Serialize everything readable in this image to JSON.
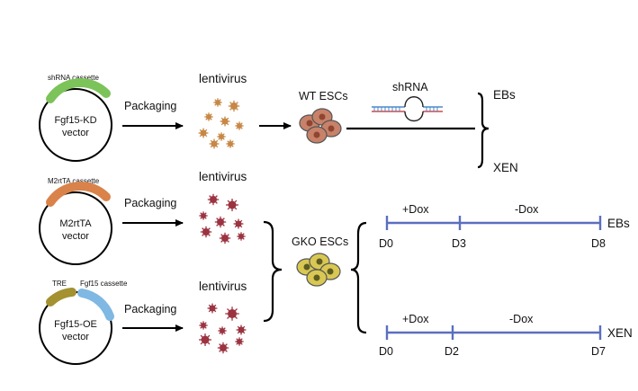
{
  "vectors": {
    "kd": {
      "cassette": "shRNA cassette",
      "line1": "Fgf15-KD",
      "line2": "vector"
    },
    "m2": {
      "cassette": "M2rtTA cassette",
      "line1": "M2rtTA",
      "line2": "vector"
    },
    "oe": {
      "tre": "TRE",
      "cassette": "Fgf15  cassette",
      "line1": "Fgf15-OE",
      "line2": "vector"
    }
  },
  "labels": {
    "packaging": "Packaging",
    "lentivirus": "lentivirus",
    "wt_escs": "WT ESCs",
    "gko_escs": "GKO ESCs",
    "shrna": "shRNA",
    "ebs": "EBs",
    "xen": "XEN"
  },
  "timeline_ebs": {
    "on": "+Dox",
    "off": "-Dox",
    "d_start": "D0",
    "d_mid": "D3",
    "d_end": "D8",
    "outcome": "EBs"
  },
  "timeline_xen": {
    "on": "+Dox",
    "off": "-Dox",
    "d_start": "D0",
    "d_mid": "D2",
    "d_end": "D7",
    "outcome": "XEN"
  },
  "colors": {
    "green": "#7cc35a",
    "orange": "#d9824a",
    "olive": "#a49130",
    "blue": "#7fb8e2",
    "virus_tan": "#c78745",
    "virus_red": "#9b3340",
    "timeline": "#5a6fbf",
    "wt_cell": "#c8826a",
    "gko_cell": "#d8c853"
  }
}
